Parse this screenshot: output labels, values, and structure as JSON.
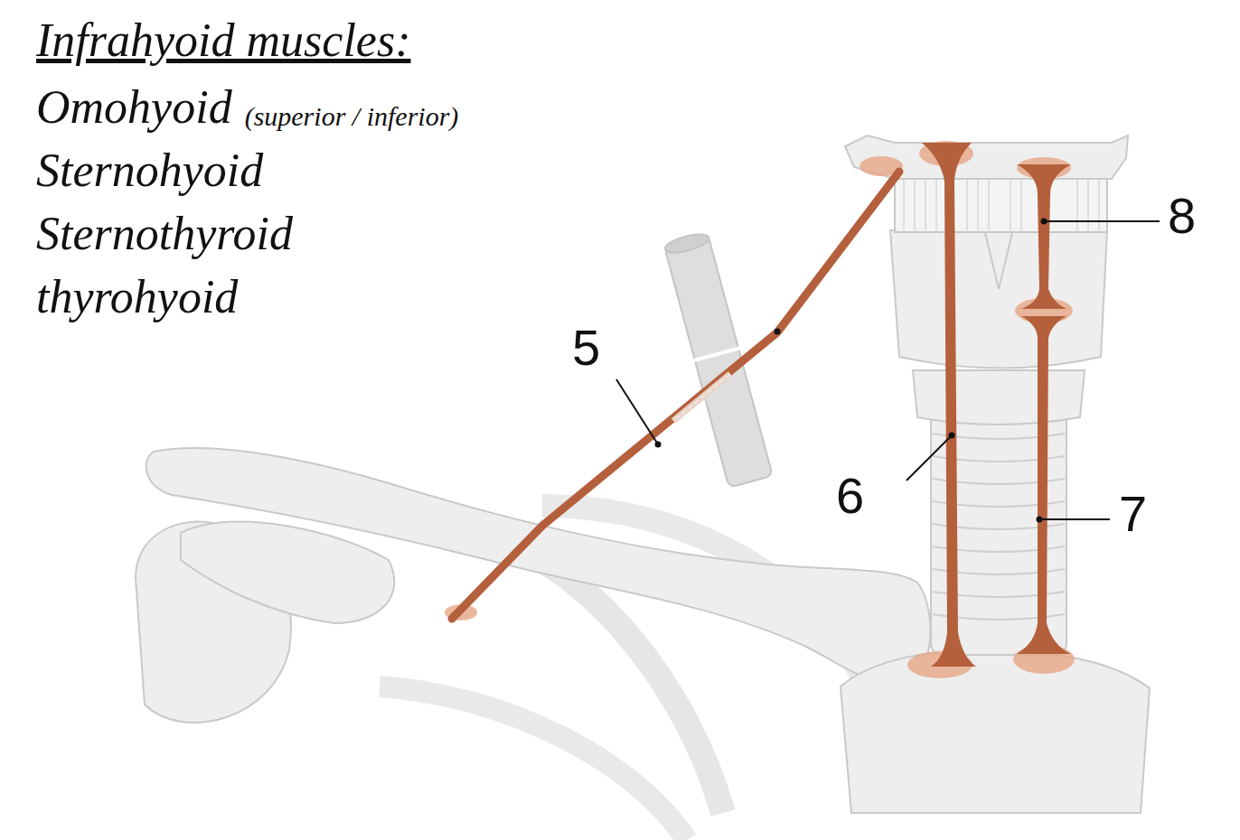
{
  "diagram": {
    "title": "Infrahyoid muscles:",
    "labels": [
      "Omohyoid",
      "(superior / inferior)",
      "Sternohyoid",
      "Sternothyroid",
      "thyrohyoid",
      "5",
      "6",
      "7",
      "8"
    ]
  }
}
